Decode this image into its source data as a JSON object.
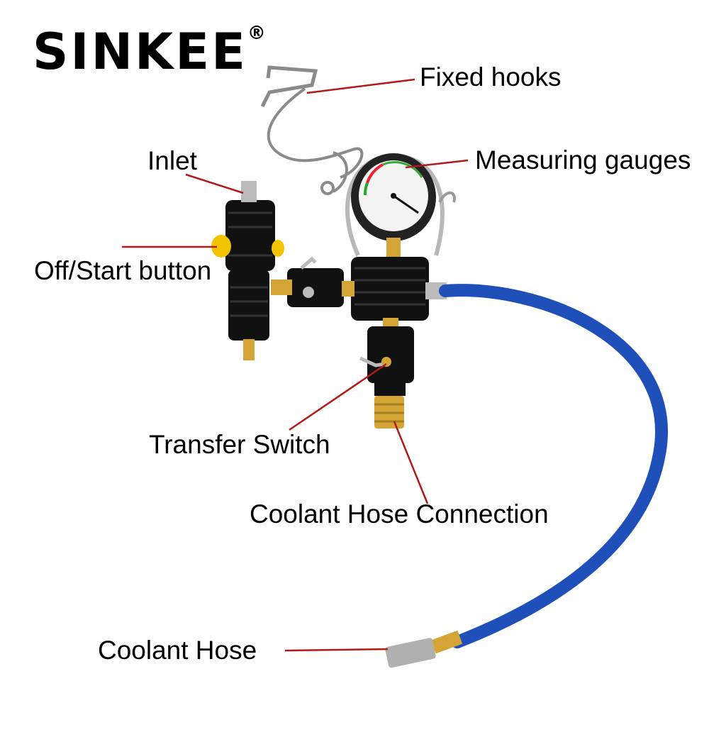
{
  "brand": {
    "name": "SINKEE",
    "registered": "®"
  },
  "labels": {
    "fixed_hooks": "Fixed hooks",
    "measuring_gauges": "Measuring gauges",
    "inlet": "Inlet",
    "off_start_button": "Off/Start button",
    "transfer_switch": "Transfer Switch",
    "coolant_hose_connection": "Coolant Hose Connection",
    "coolant_hose": "Coolant Hose"
  },
  "colors": {
    "leader_line": "#b21a1a",
    "hose": "#1f4fb8",
    "body": "#111111",
    "brass": "#d4a437",
    "button": "#f2c400"
  }
}
